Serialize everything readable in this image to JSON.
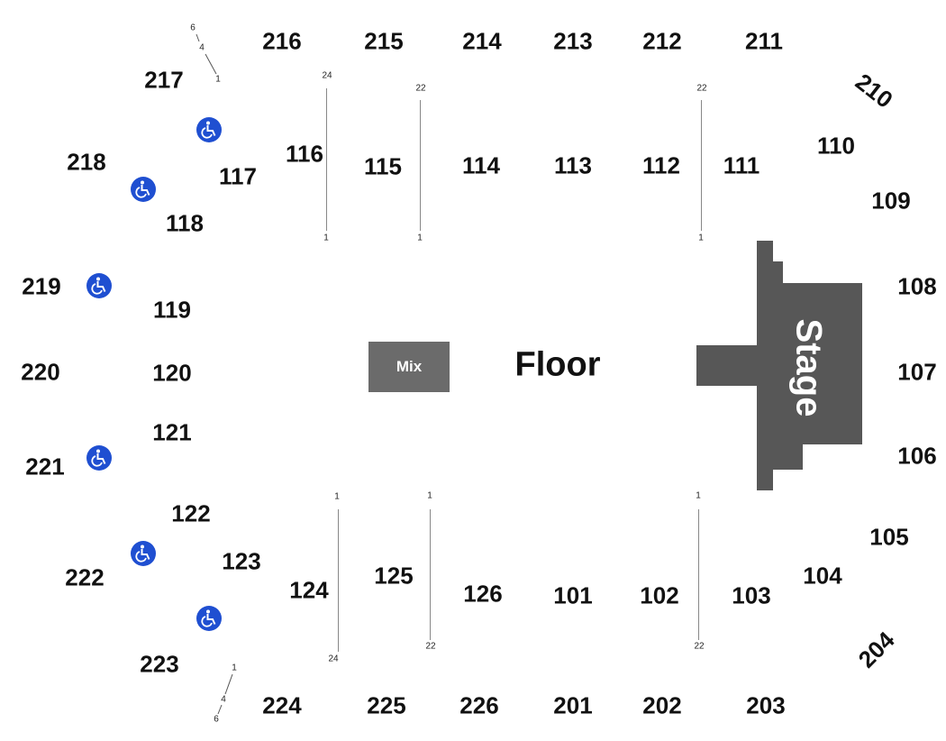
{
  "floor_label": "Floor",
  "mix_label": "Mix",
  "stage_label": "Stage",
  "sections": {
    "s216": "216",
    "s215": "215",
    "s214": "214",
    "s213": "213",
    "s212": "212",
    "s211": "211",
    "s210": "210",
    "s217": "217",
    "s218": "218",
    "s219": "219",
    "s220": "220",
    "s221": "221",
    "s222": "222",
    "s223": "223",
    "s224": "224",
    "s225": "225",
    "s226": "226",
    "s201": "201",
    "s202": "202",
    "s203": "203",
    "s204": "204",
    "s116": "116",
    "s115": "115",
    "s114": "114",
    "s113": "113",
    "s112": "112",
    "s111": "111",
    "s110": "110",
    "s109": "109",
    "s108": "108",
    "s107": "107",
    "s106": "106",
    "s105": "105",
    "s104": "104",
    "s103": "103",
    "s102": "102",
    "s101": "101",
    "s126": "126",
    "s125": "125",
    "s124": "124",
    "s123": "123",
    "s122": "122",
    "s121": "121",
    "s120": "120",
    "s119": "119",
    "s118": "118",
    "s117": "117"
  },
  "rows": {
    "tl6": "6",
    "tl4": "4",
    "tl1": "1",
    "bl1": "1",
    "bl4": "4",
    "bl6": "6",
    "l116_top": "24",
    "l116_bot": "1",
    "l115_top": "22",
    "l115_bot": "1",
    "l111_top": "22",
    "l111_bot": "1",
    "l124_top": "1",
    "l124_bot": "24",
    "l125_top": "1",
    "l125_bot": "22",
    "l103_top": "1",
    "l103_bot": "22"
  },
  "colors": {
    "stage": "#575757",
    "mix": "#6b6b6b",
    "accessible": "#1f4fd1"
  },
  "icons": {
    "accessible": "wheelchair-icon"
  }
}
